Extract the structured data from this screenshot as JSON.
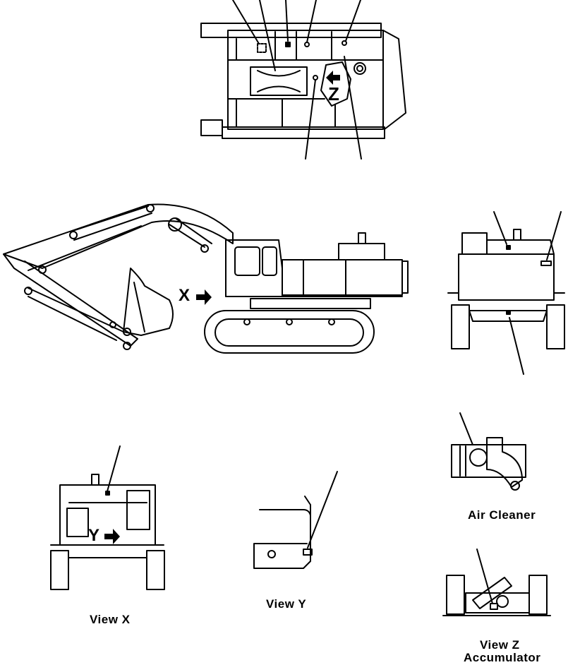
{
  "markers": {
    "x": "X",
    "y": "Y",
    "z": "Z"
  },
  "captions": {
    "air_cleaner": "Air  Cleaner",
    "view_x": "View  X",
    "view_y": "View  Y",
    "view_z": "View  Z",
    "accumulator": "Accumulator"
  }
}
